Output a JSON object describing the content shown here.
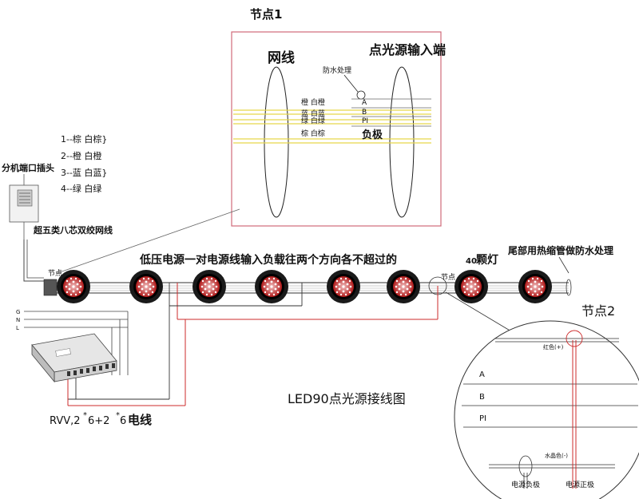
{
  "node1": {
    "title": "节点1",
    "left_label": "网线",
    "right_label": "点光源输入端",
    "waterproof": "防水处理",
    "wires": [
      {
        "label": "橙 白橙",
        "pin": "A"
      },
      {
        "label": "蓝 白蓝",
        "pin": "B"
      },
      {
        "label": "绿 白绿",
        "pin": "PI"
      },
      {
        "label": "棕 白棕",
        "pin": "负极"
      }
    ]
  },
  "legend": {
    "items": [
      "1--棕 白棕}",
      "2--橙 白橙",
      "3--蓝 白蓝}",
      "4--绿 白绿"
    ],
    "connector_label": "分机端口插头",
    "cable_label": "超五类八芯双绞网线"
  },
  "main": {
    "load_note": "低压电源一对电源线输入负载往两个方向各不超过的",
    "load_count": "40",
    "load_unit": "颗灯",
    "tail_note": "尾部用热缩管做防水处理",
    "node_tag": "节点",
    "node_tag_2": "节点",
    "gnl": [
      "G",
      "N",
      "L"
    ],
    "title": "LED90点光源接线图",
    "cable_spec_1": "RVV,2",
    "cable_spec_2": "*",
    "cable_spec_3": "6+2",
    "cable_spec_4": "*",
    "cable_spec_5": "6",
    "cable_spec_6": "电线"
  },
  "node2": {
    "title": "节点2",
    "red_pos": "红色(+)",
    "lines": [
      "A",
      "B",
      "PI"
    ],
    "crystal_neg": "水晶色(-)",
    "neg_label": "电源负极",
    "pos_label": "电源正极"
  },
  "colors": {
    "accent_red": "#cc2b2b",
    "frame_red": "#d06a7a",
    "wire_yellow": "#e8d84a"
  }
}
